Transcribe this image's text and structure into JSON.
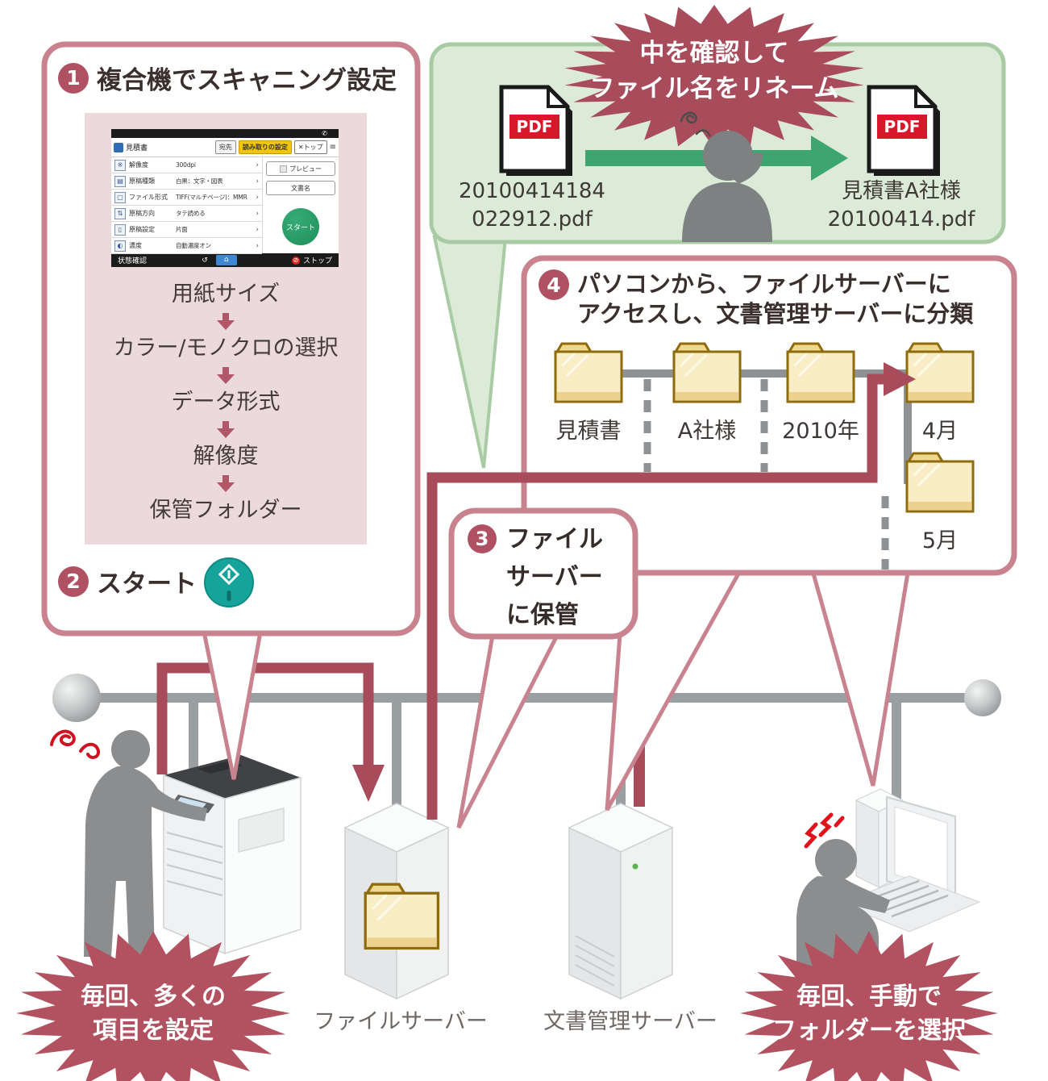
{
  "colors": {
    "accent_maroon": "#a84b5a",
    "burst_fill": "#b25261",
    "box_border_pink": "#c9838f",
    "green_bg": "#dcead8",
    "green_border": "#a9cba4",
    "panel_pink": "#ecd9dc",
    "arrow_green": "#3ca570",
    "pdf_red": "#d7182a",
    "start_teal": "#16a39b",
    "folder_yellow": "#f8edc4",
    "network_gray": "#9aa0a2"
  },
  "step1": {
    "number": "1",
    "title": "複合機でスキャニング設定",
    "flow": [
      "用紙サイズ",
      "カラー/モノクロの選択",
      "データ形式",
      "解像度",
      "保管フォルダー"
    ]
  },
  "scanner_ui": {
    "title": "見積書",
    "top_buttons": {
      "destination": "宛先",
      "scan_settings": "読み取りの設定",
      "top": "トップ"
    },
    "rows": [
      {
        "label": "解像度",
        "value": "300dpi"
      },
      {
        "label": "原稿種類",
        "value": "白黒：文字・図表"
      },
      {
        "label": "ファイル形式",
        "value": "TIFF(マルチページ)：MMR"
      },
      {
        "label": "原稿方向",
        "value": "タテ読める"
      },
      {
        "label": "原稿設定",
        "value": "片面"
      },
      {
        "label": "濃度",
        "value": "自動濃度オン"
      }
    ],
    "side": {
      "preview": "プレビュー",
      "doc_name": "文書名",
      "start": "スタート"
    },
    "bottom": {
      "status": "状態確認",
      "stop": "ストップ"
    }
  },
  "step2": {
    "number": "2",
    "label": "スタート"
  },
  "rename": {
    "burst": [
      "中を確認して",
      "ファイル名をリネーム"
    ],
    "pdf_label": "PDF",
    "before": [
      "20100414184",
      "022912.pdf"
    ],
    "after": [
      "見積書A社様",
      "20100414.pdf"
    ]
  },
  "step3": {
    "number": "3",
    "lines": [
      "ファイル",
      "サーバー",
      "に保管"
    ]
  },
  "step4": {
    "number": "4",
    "title": [
      "パソコンから、ファイルサーバーに",
      "アクセスし、文書管理サーバーに分類"
    ],
    "folders": [
      "見積書",
      "A社様",
      "2010年",
      "4月",
      "5月"
    ]
  },
  "servers": {
    "file": "ファイルサーバー",
    "doc": "文書管理サーバー"
  },
  "warn_left": [
    "毎回、多くの",
    "項目を設定"
  ],
  "warn_right": [
    "毎回、手動で",
    "フォルダーを選択"
  ]
}
